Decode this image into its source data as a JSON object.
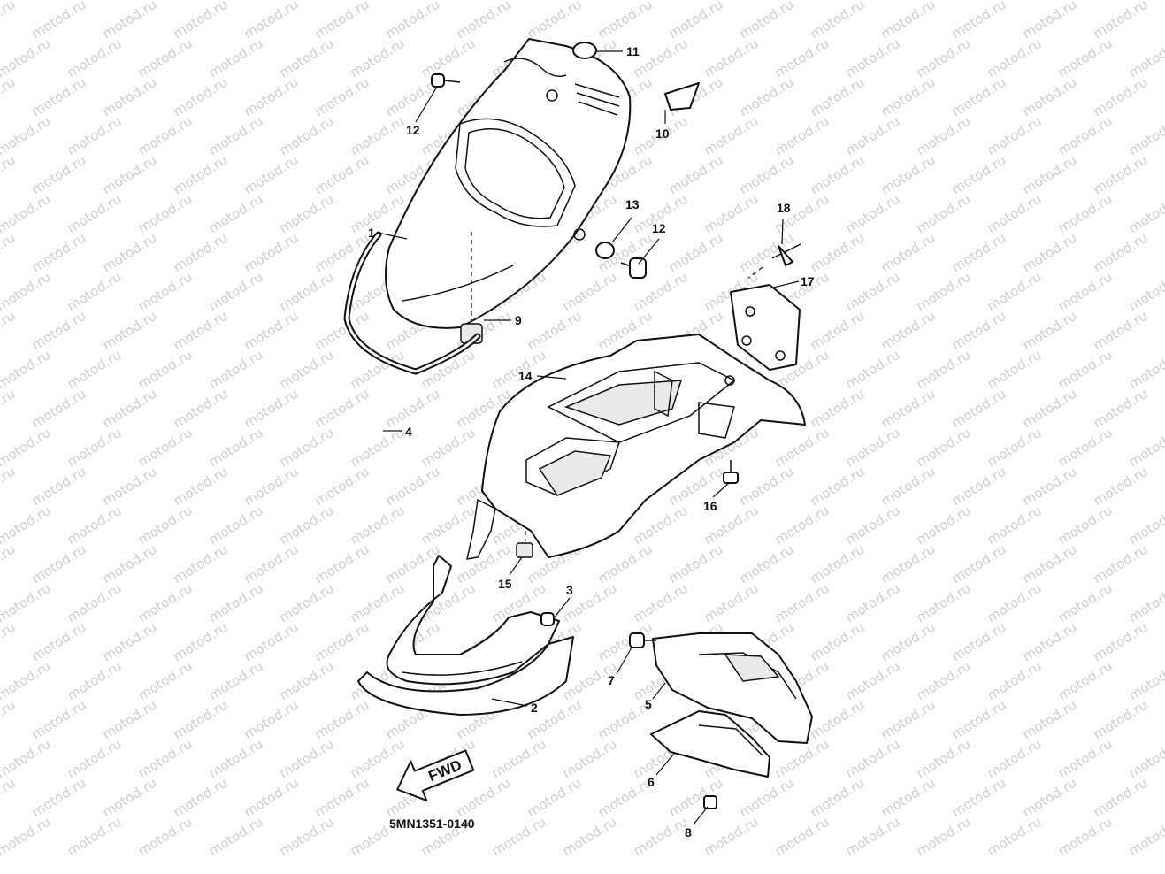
{
  "diagram_code": "5MN1351-0140",
  "watermark": "motod.ru",
  "direction_arrow": "FWD",
  "callouts": [
    "1",
    "2",
    "3",
    "4",
    "5",
    "6",
    "7",
    "8",
    "9",
    "10",
    "11",
    "12",
    "12",
    "13",
    "14",
    "15",
    "16",
    "17",
    "18"
  ],
  "colors": {
    "ink": "#111111",
    "watermark": "#cfcfcf",
    "background": "#ffffff"
  }
}
